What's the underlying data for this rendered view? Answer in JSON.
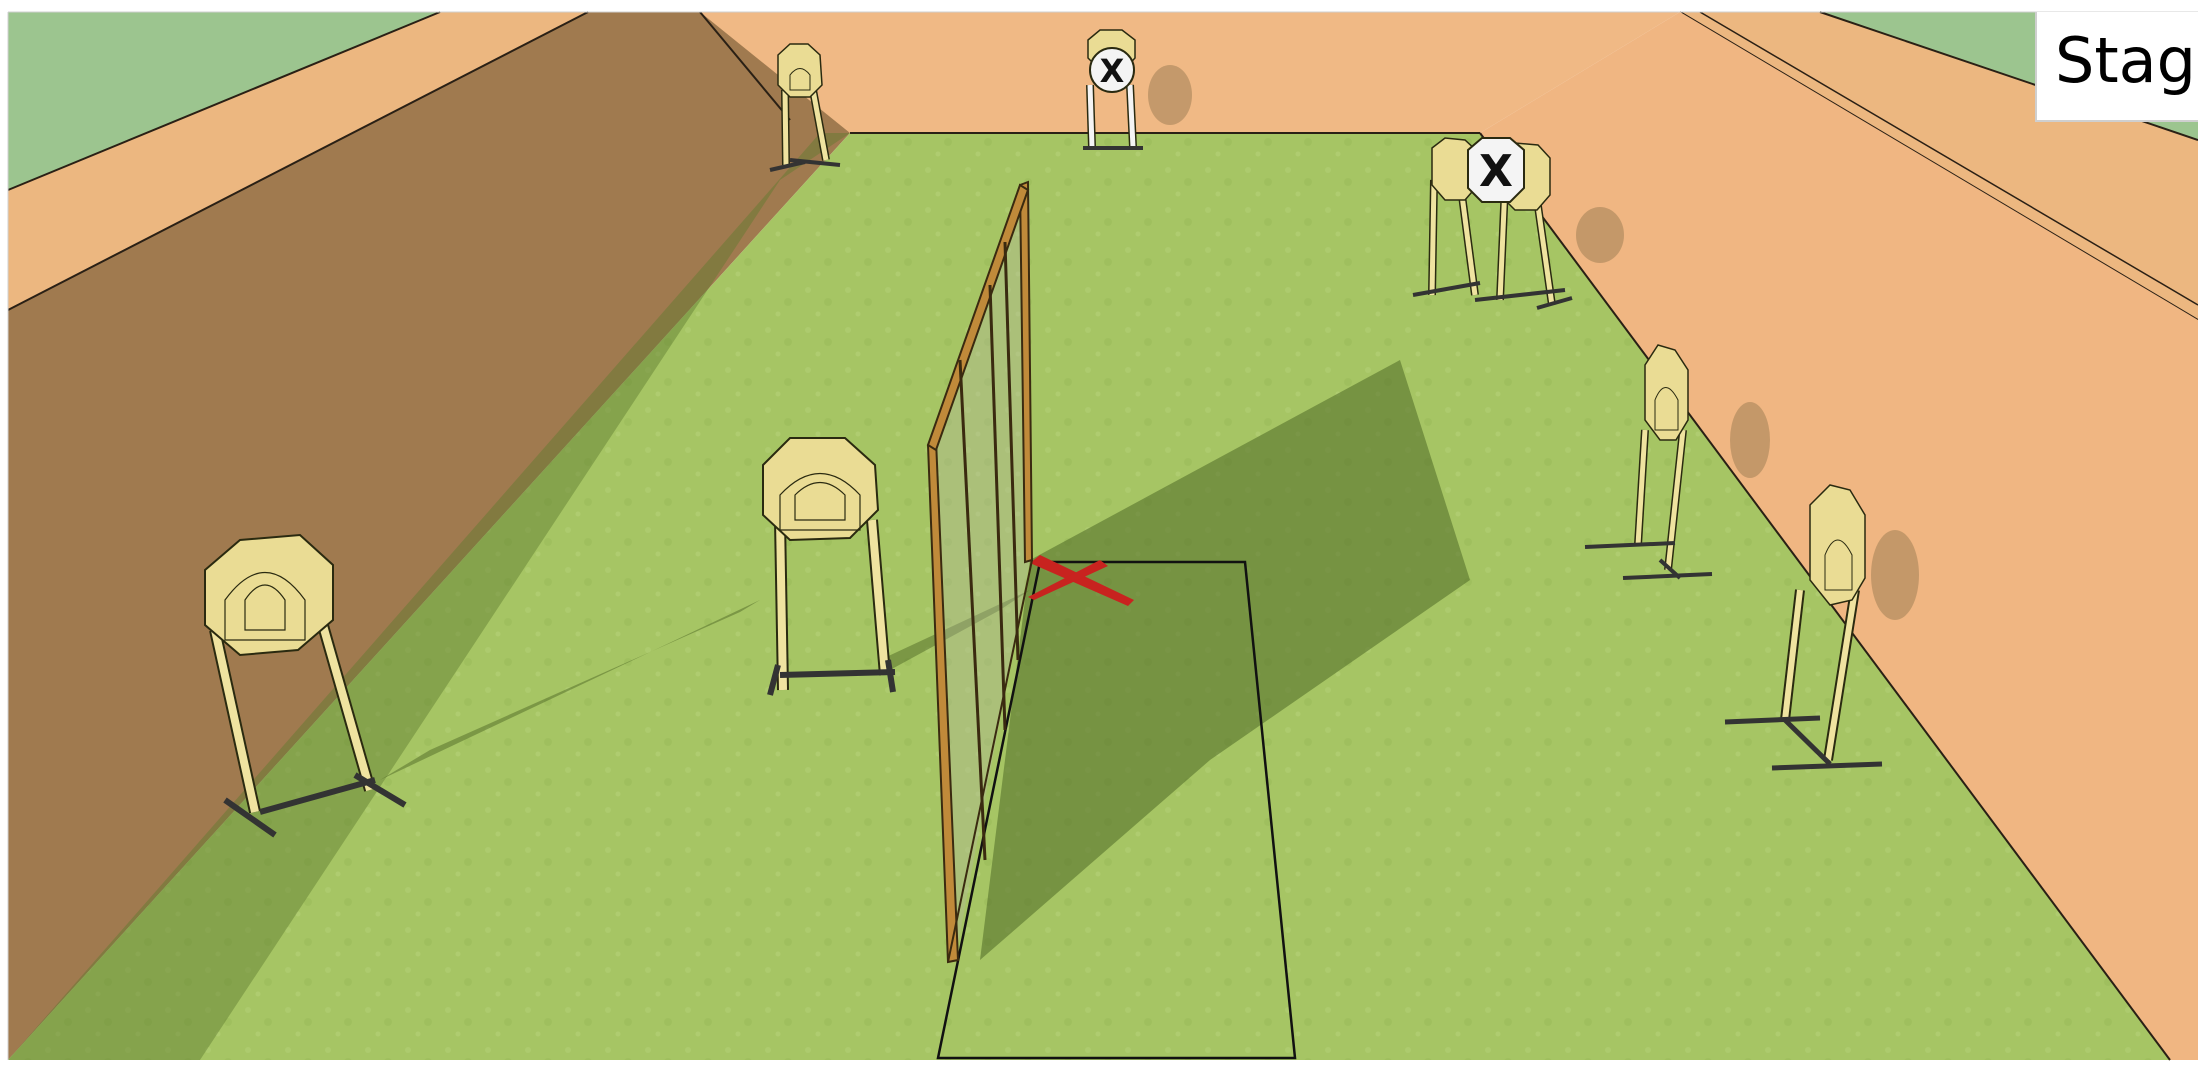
{
  "stage_label": {
    "text": "Stage"
  },
  "colors": {
    "sky": "#9cc58f",
    "berm_left": "#a07a4f",
    "berm_top": "#ecb780",
    "berm_back": "#f0b985",
    "berm_right": "#f0b682",
    "ground": "#a4c463",
    "target": "#eadc94",
    "no_shoot": "#f4f4f4",
    "barricade_wood": "#c08a3a",
    "fault_line": "#c8231f",
    "shooting_box": "#111111"
  },
  "scene": {
    "targets": [
      {
        "id": "t1",
        "type": "steel",
        "label": ""
      },
      {
        "id": "t2",
        "type": "steel",
        "label": ""
      },
      {
        "id": "t3",
        "type": "steel",
        "label": ""
      },
      {
        "id": "t4",
        "type": "steel",
        "label": ""
      },
      {
        "id": "t5",
        "type": "steel",
        "label": ""
      },
      {
        "id": "t6",
        "type": "steel",
        "label": ""
      },
      {
        "id": "t7",
        "type": "steel",
        "label": ""
      }
    ],
    "no_shoots": [
      {
        "id": "ns1",
        "mark": "X"
      },
      {
        "id": "ns2",
        "mark": "X"
      }
    ]
  }
}
